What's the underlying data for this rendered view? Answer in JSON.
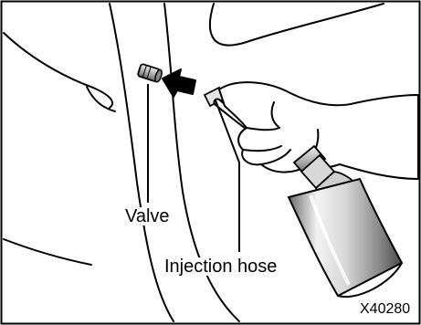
{
  "labels": {
    "valve": "Valve",
    "injection_hose": "Injection hose",
    "figure_code": "X40280"
  },
  "icons": [
    "valve-cap-icon",
    "arrow-icon",
    "hand-icon",
    "sealant-bottle-icon"
  ],
  "colors": {
    "line": "#000000",
    "metal_light": "#f2f2f2",
    "metal_mid": "#b5b5b5",
    "metal_dark": "#555555",
    "background": "#ffffff"
  }
}
